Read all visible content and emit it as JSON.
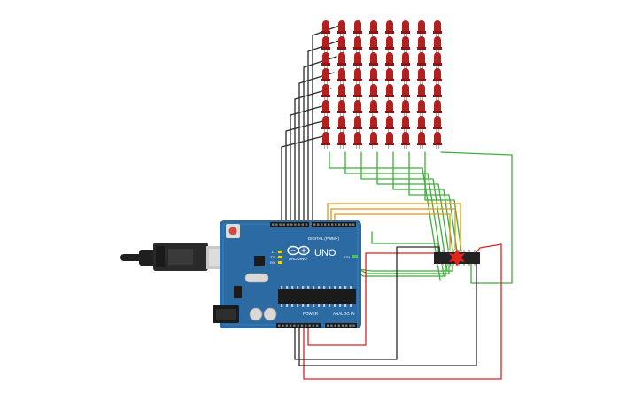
{
  "board": {
    "brand": "UNO",
    "digital_label": "DIGITAL (PWM~)",
    "power_label": "POWER",
    "analog_label": "ANALOG IN",
    "tx_label": "TX",
    "rx_label": "RX",
    "l_label": "L",
    "on_label": "ON",
    "logo_icon": "arduino-infinity-logo",
    "board_color": "#2b6aa3"
  },
  "led_matrix": {
    "rows": 8,
    "cols": 8,
    "led_color": "#b32020"
  },
  "ic": {
    "color": "#222222",
    "highlight": "#e5251b"
  },
  "wire_colors": {
    "black": "#2a2a2a",
    "green": "#3fae3a",
    "orange": "#e39414",
    "red": "#d9231f"
  },
  "icons": [
    "usb-cable-icon",
    "power-jack-icon",
    "reset-button-icon",
    "crystal-icon",
    "capacitor-icon"
  ]
}
